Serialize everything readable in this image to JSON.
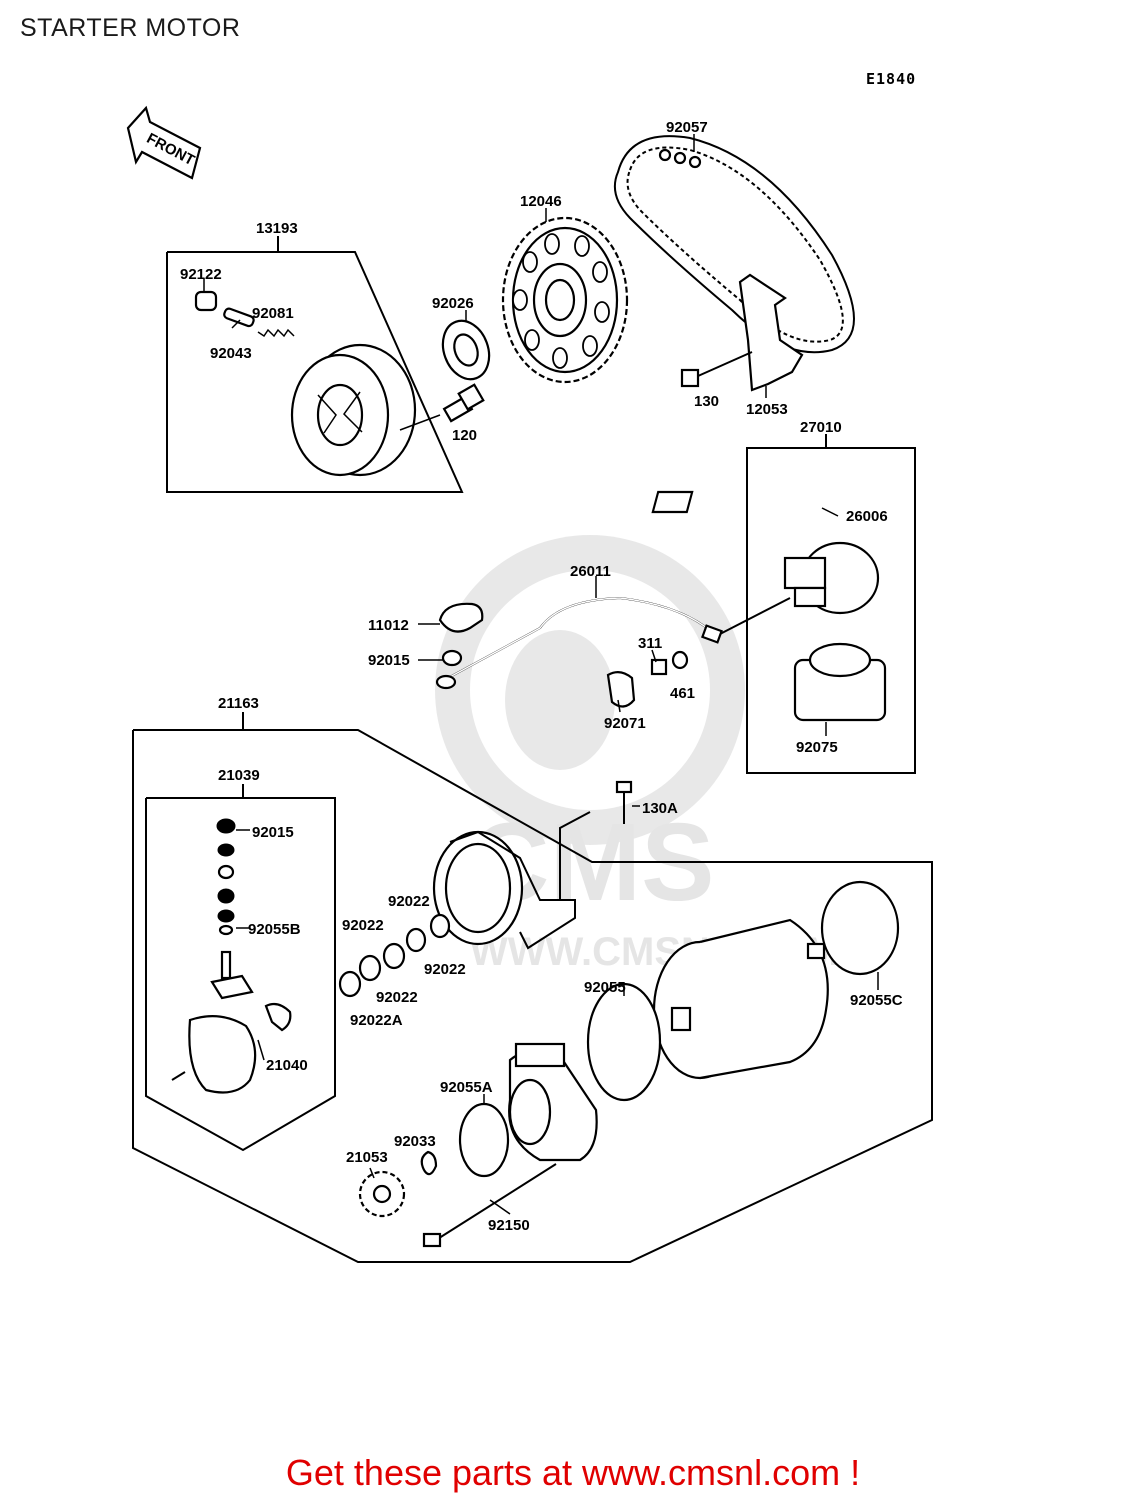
{
  "header": {
    "title": "STARTER MOTOR",
    "diagram_code": "E1840"
  },
  "front_arrow": {
    "label": "FRONT"
  },
  "watermark": {
    "text": "CMS",
    "url": "WWW.CMSNL.COM"
  },
  "callouts": {
    "p13193": "13193",
    "p92122": "92122",
    "p92081": "92081",
    "p92043": "92043",
    "p92026": "92026",
    "p120": "120",
    "p12046": "12046",
    "p92057": "92057",
    "p130": "130",
    "p12053": "12053",
    "p27010": "27010",
    "p26006": "26006",
    "p26011": "26011",
    "p11012": "11012",
    "p92015a": "92015",
    "p311": "311",
    "p461": "461",
    "p92071": "92071",
    "p92075": "92075",
    "p21163": "21163",
    "p21039": "21039",
    "p92015b": "92015",
    "p92055b": "92055B",
    "p130a": "130A",
    "p92022a": "92022",
    "p92022b": "92022",
    "p92022c": "92022",
    "p92022d": "92022",
    "p92022A": "92022A",
    "p21040": "21040",
    "p92055": "92055",
    "p92055c": "92055C",
    "p92055A": "92055A",
    "p92033": "92033",
    "p21053": "21053",
    "p92150": "92150"
  },
  "footer": {
    "promo": "Get these parts at www.cmsnl.com !",
    "promo_color": "#e00000"
  }
}
